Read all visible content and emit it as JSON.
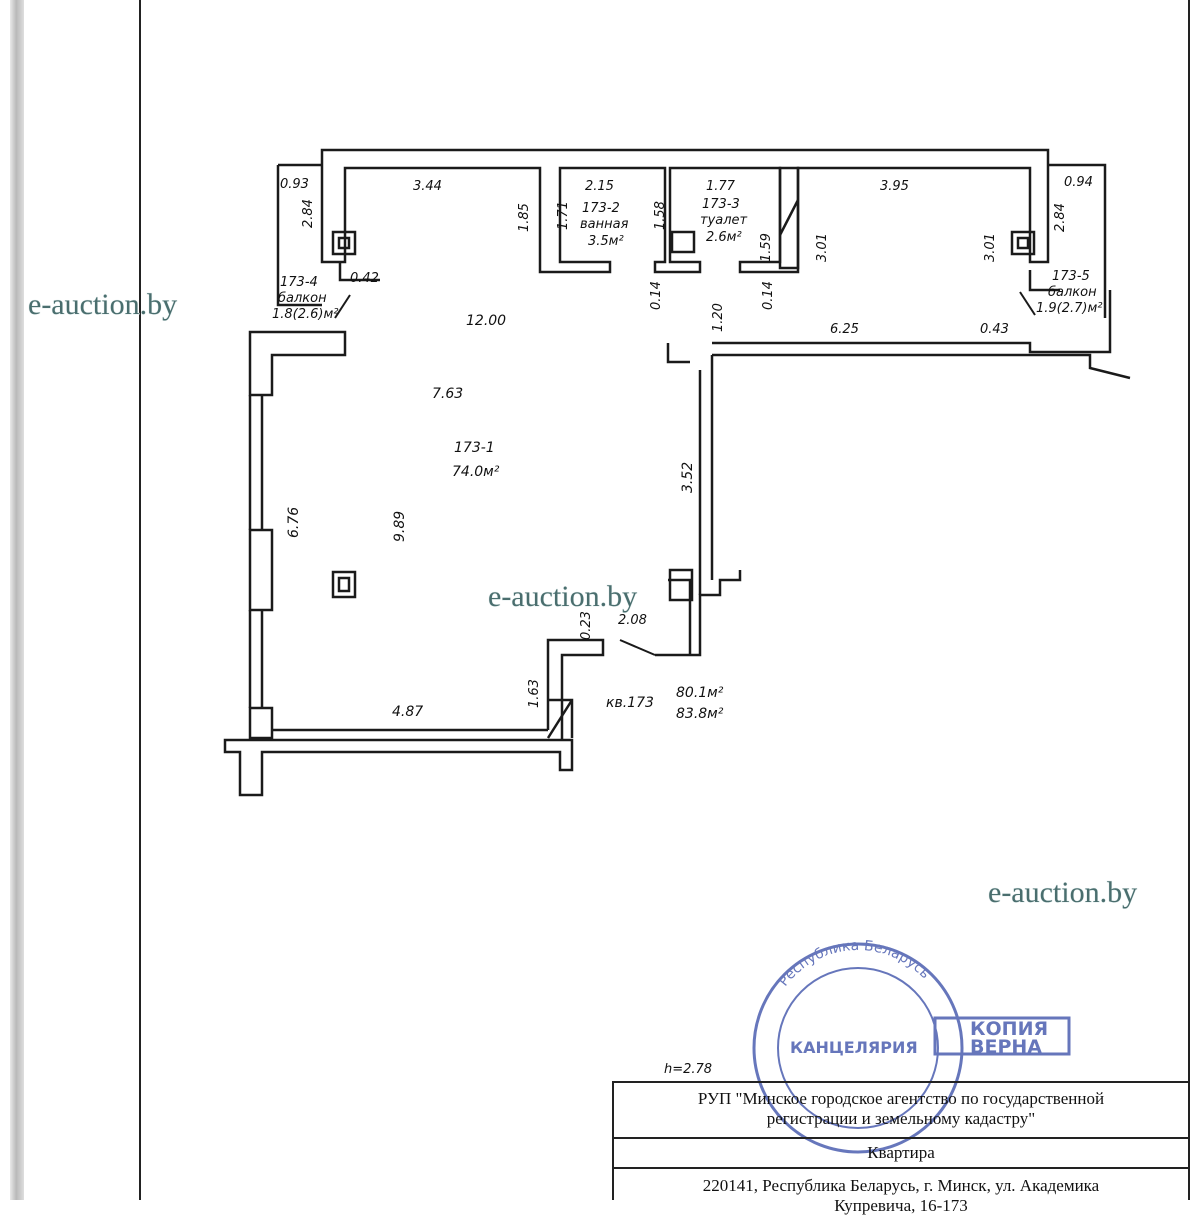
{
  "plan": {
    "rooms": [
      {
        "id": "173-1",
        "area": "74.0м²"
      },
      {
        "id": "173-2",
        "name": "ванная",
        "area": "3.5м²"
      },
      {
        "id": "173-3",
        "name": "туалет",
        "area": "2.6м²"
      },
      {
        "id": "173-4",
        "name": "балкон",
        "area": "1.8(2.6)м²"
      },
      {
        "id": "173-5",
        "name": "балкон",
        "area": "1.9(2.7)м²"
      }
    ],
    "dimensions": [
      "0.93",
      "2.84",
      "3.44",
      "1.85",
      "1.71",
      "2.15",
      "1.58",
      "1.77",
      "1.59",
      "3.01",
      "3.95",
      "3.01",
      "2.84",
      "0.94",
      "0.42",
      "12.00",
      "0.14",
      "1.20",
      "0.14",
      "6.25",
      "0.43",
      "7.63",
      "9.89",
      "6.76",
      "3.52",
      "0.23",
      "2.08",
      "1.63",
      "4.87"
    ],
    "apartment_label": "кв.173",
    "total_area_1": "80.1м²",
    "total_area_2": "83.8м²",
    "ceiling_height": "h=2.78"
  },
  "watermarks": [
    "e-auction.by",
    "e-auction.by",
    "e-auction.by"
  ],
  "stamp": {
    "ring_text": "Республика Беларусь",
    "center_text": "КАНЦЕЛЯРИЯ",
    "copy_line1": "КОПИЯ",
    "copy_line2": "ВЕРНА"
  },
  "title_block": {
    "org_line1": "РУП \"Минское городское агентство по государственной",
    "org_line2": "регистрации и земельному кадастру\"",
    "object_type": "Квартира",
    "address_line1": "220141, Республика Беларусь, г. Минск, ул. Академика",
    "address_line2": "Купревича, 16-173"
  },
  "colors": {
    "wall": "#1a1a1a",
    "watermark": "#4a6e6e",
    "stamp": "#4c5fb0"
  }
}
